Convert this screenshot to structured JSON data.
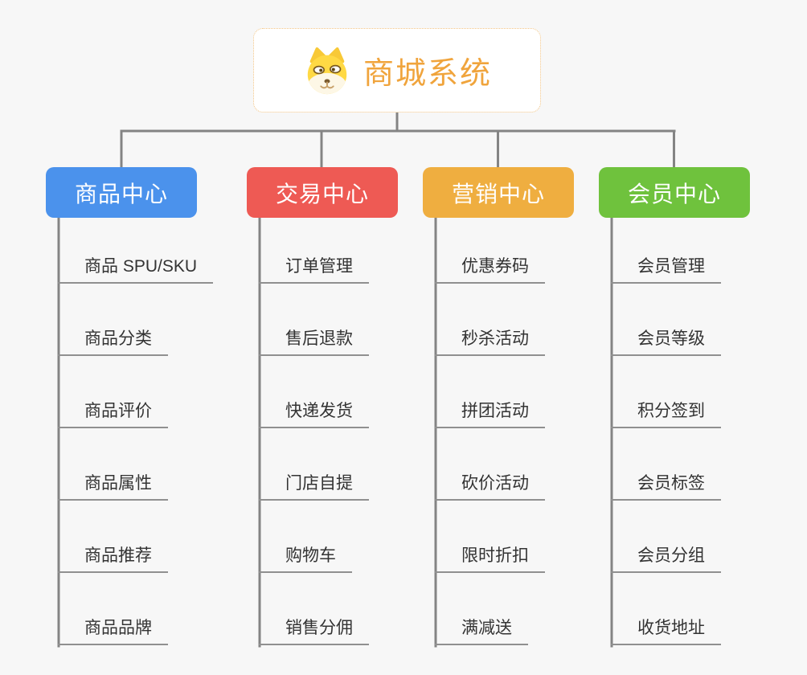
{
  "root": {
    "title": "商城系统",
    "icon": "dog-face-icon"
  },
  "branches": [
    {
      "label": "商品中心",
      "color": "#4b92ec",
      "items": [
        "商品 SPU/SKU",
        "商品分类",
        "商品评价",
        "商品属性",
        "商品推荐",
        "商品品牌"
      ]
    },
    {
      "label": "交易中心",
      "color": "#ee5a54",
      "items": [
        "订单管理",
        "售后退款",
        "快递发货",
        "门店自提",
        "购物车",
        "销售分佣"
      ]
    },
    {
      "label": "营销中心",
      "color": "#efae40",
      "items": [
        "优惠券码",
        "秒杀活动",
        "拼团活动",
        "砍价活动",
        "限时折扣",
        "满减送"
      ]
    },
    {
      "label": "会员中心",
      "color": "#6fc23d",
      "items": [
        "会员管理",
        "会员等级",
        "积分签到",
        "会员标签",
        "会员分组",
        "收货地址"
      ]
    }
  ],
  "colors": {
    "background": "#f7f7f7",
    "connector_gray": "#848484",
    "leaf_underline": "#909090",
    "leaf_text": "#333333",
    "root_text_orange": "#f0a43c",
    "root_border_orange": "#f2c483"
  }
}
